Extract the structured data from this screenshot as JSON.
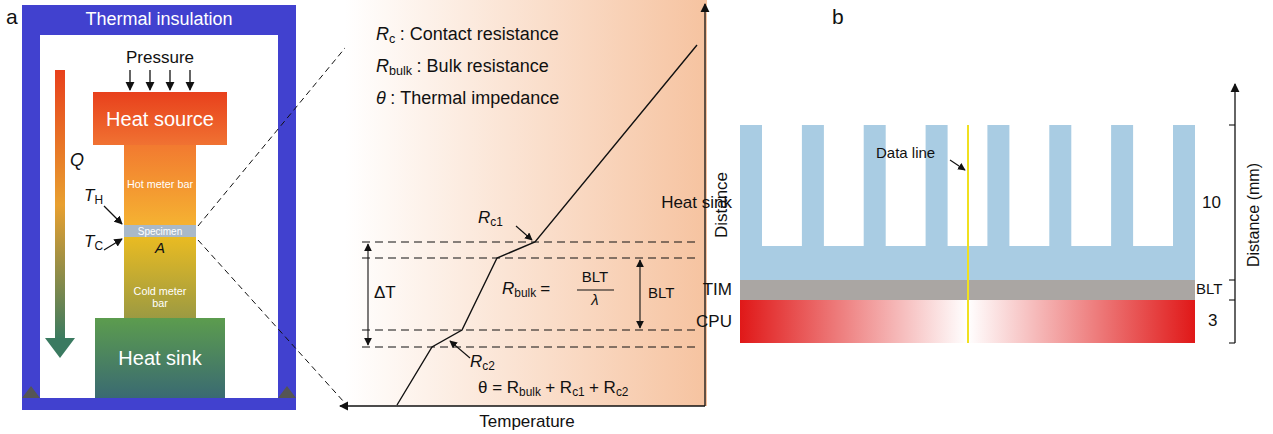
{
  "diagram": {
    "nodes": [
      {
        "text": [
          "Thermal insulation"
        ]
      },
      {
        "text": [
          "Heat source"
        ],
        "in": 0
      },
      {
        "text": [
          "Hot meter bar"
        ],
        "in": 0
      },
      {
        "text": [
          "Specimen"
        ],
        "in": 0
      },
      {
        "text": [
          "Cold meter bar"
        ],
        "in": 0
      },
      {
        "text": [
          "Heat sink"
        ],
        "in": 0
      },
      {
        "text": [
          "Heat sink"
        ]
      },
      {
        "text": [
          "TIM"
        ]
      },
      {
        "text": [
          "CPU"
        ]
      }
    ],
    "labels": [
      "a",
      "Pressure",
      "Q",
      "T",
      "H",
      "T",
      "C",
      "A",
      "R",
      "c",
      ": Contact resistance",
      "R",
      "bulk",
      ": Bulk resistance",
      "θ",
      ": Thermal impedance",
      "R",
      "c1",
      "ΔT",
      "R",
      "bulk",
      "=",
      "BLT",
      "λ",
      "BLT",
      "R",
      "c2",
      "θ = R",
      "bulk",
      "+ R",
      "c1",
      "+ R",
      "c2",
      "Distance",
      "Temperature",
      "b",
      "Data line",
      "10",
      "BLT",
      "3",
      "Distance (mm)"
    ]
  }
}
